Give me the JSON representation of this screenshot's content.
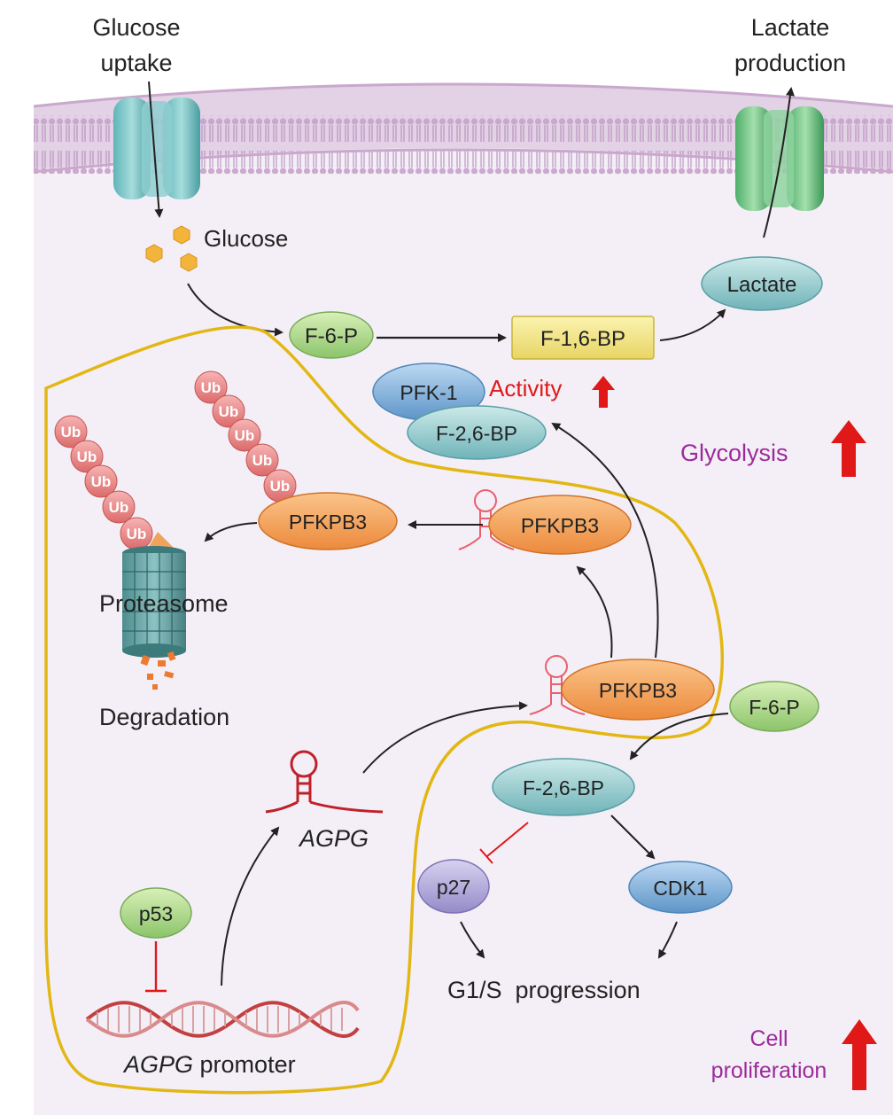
{
  "colors": {
    "membrane": "#c9a8cc",
    "cytoplasm": "#f3eef6",
    "outline": "#e2b714",
    "red_arrow": "#e01818",
    "purple_text": "#9b2b9b",
    "arrow": "#222222"
  },
  "labels": {
    "glucose_uptake_line1": "Glucose",
    "glucose_uptake_line2": "uptake",
    "lactate_production_line1": "Lactate",
    "lactate_production_line2": "production",
    "glucose": "Glucose",
    "lactate": "Lactate",
    "f6p_top": "F-6-P",
    "f16bp": "F-1,6-BP",
    "pfk1": "PFK-1",
    "activity": "Activity",
    "f26bp_top": "F-2,6-BP",
    "glycolysis": "Glycolysis",
    "ub": "Ub",
    "pfkpb3_left": "PFKPB3",
    "pfkpb3_mid": "PFKPB3",
    "pfkpb3_center": "PFKPB3",
    "proteasome": "Proteasome",
    "degradation": "Degradation",
    "f6p_right": "F-6-P",
    "f26bp_bottom": "F-2,6-BP",
    "agpg": "AGPG",
    "p27": "p27",
    "cdk1": "CDK1",
    "g1s_progression": "G1/S  progression",
    "p53": "p53",
    "agpg_promoter_italic": "AGPG",
    "agpg_promoter_rest": " promoter",
    "cell_proliferation_line1": "Cell",
    "cell_proliferation_line2": "proliferation"
  },
  "icons": [
    "glut-channel-icon",
    "mct-channel-icon",
    "glucose-molecule-icon",
    "ubiquitin-chain-icon",
    "proteasome-icon",
    "rna-hairpin-icon",
    "dna-helix-icon",
    "up-arrow-icon",
    "inhibition-icon"
  ]
}
